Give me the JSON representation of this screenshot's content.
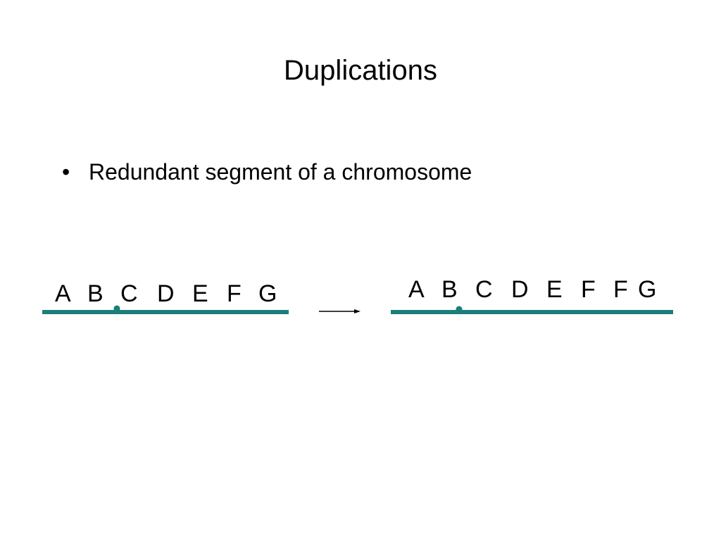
{
  "slide": {
    "title": "Duplications",
    "bullets": [
      {
        "marker": "•",
        "text": "Redundant segment of a chromosome"
      }
    ]
  },
  "diagram": {
    "colors": {
      "chromosome": "#1a7f7a",
      "arrow": "#000000"
    },
    "before": {
      "genes": [
        "A",
        "B",
        "C",
        "D",
        "E",
        "F",
        "G"
      ],
      "centromere_between": [
        "B",
        "C"
      ]
    },
    "after": {
      "genes": [
        "A",
        "B",
        "C",
        "D",
        "E",
        "F",
        "F",
        "G"
      ],
      "centromere_between": [
        "B",
        "C"
      ]
    }
  }
}
